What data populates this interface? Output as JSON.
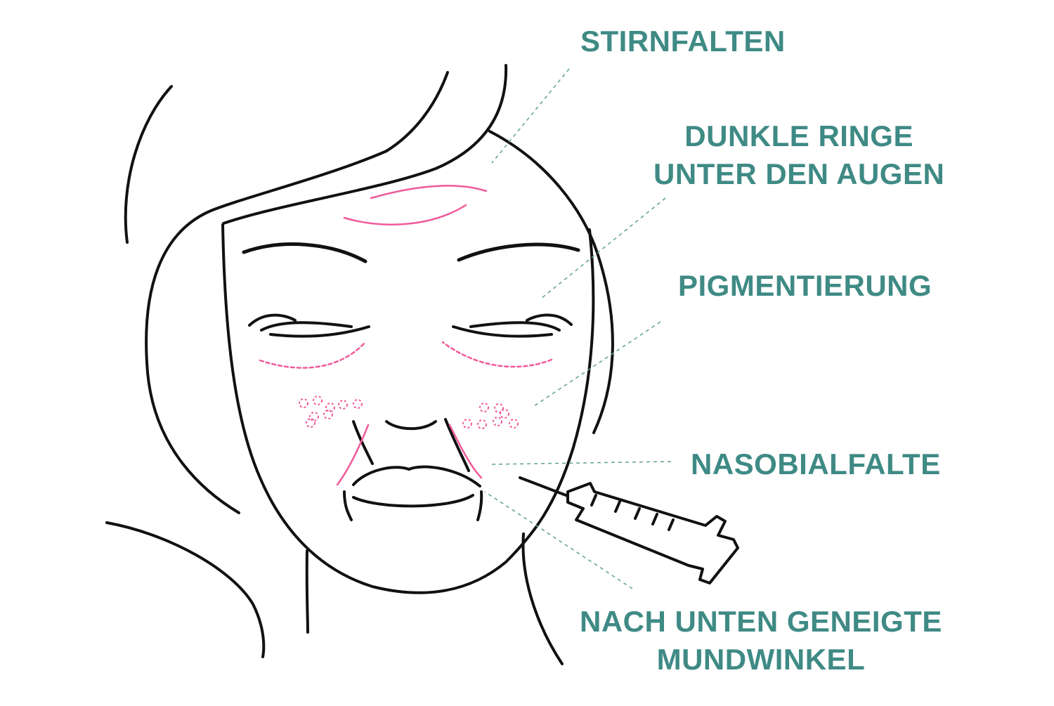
{
  "colors": {
    "label_text": "#3f8a85",
    "leader_line": "#5e9f98",
    "outline": "#111111",
    "markup": "#f05a9a",
    "background": "#ffffff"
  },
  "labels": {
    "stirnfalten": [
      "STIRNFALTEN"
    ],
    "dunkle_ringe": [
      "DUNKLE RINGE",
      "UNTER DEN AUGEN"
    ],
    "pigmentierung": [
      "PIGMENTIERUNG"
    ],
    "nasobialfalte": [
      "NASOBIALFALTE"
    ],
    "mundwinkel": [
      "NACH UNTEN GENEIGTE",
      "MUNDWINKEL"
    ]
  }
}
